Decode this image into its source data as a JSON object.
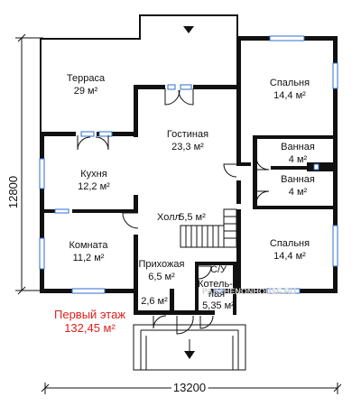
{
  "plan": {
    "title": "Первый этаж",
    "total_area": "132,45 м²",
    "width_dim": "13200",
    "height_dim": "12800",
    "watermark": "PARTHENONHOUSE.RU",
    "rooms": [
      {
        "key": "terrace",
        "name": "Терраса",
        "area": "29 м²"
      },
      {
        "key": "living",
        "name": "Гостиная",
        "area": "23,3 м²"
      },
      {
        "key": "bedroom1",
        "name": "Спальня",
        "area": "14,4 м²"
      },
      {
        "key": "bath1",
        "name": "Ванная",
        "area": "4 м²"
      },
      {
        "key": "bath2",
        "name": "Ванная",
        "area": "4 м²"
      },
      {
        "key": "kitchen",
        "name": "Кухня",
        "area": "12,2 м²"
      },
      {
        "key": "hall",
        "name": "Холл",
        "area": "5,5 м²"
      },
      {
        "key": "room",
        "name": "Комната",
        "area": "11,2 м²"
      },
      {
        "key": "entry",
        "name": "Прихожая",
        "area": "6,5 м²"
      },
      {
        "key": "wc",
        "name": "С/У",
        "area": ""
      },
      {
        "key": "boiler",
        "name": "Котель-\nная",
        "area": "5,35 м²"
      },
      {
        "key": "vestibule",
        "name": "",
        "area": "2,6 м²"
      },
      {
        "key": "bedroom2",
        "name": "Спальня",
        "area": "14,4 м²"
      }
    ]
  }
}
